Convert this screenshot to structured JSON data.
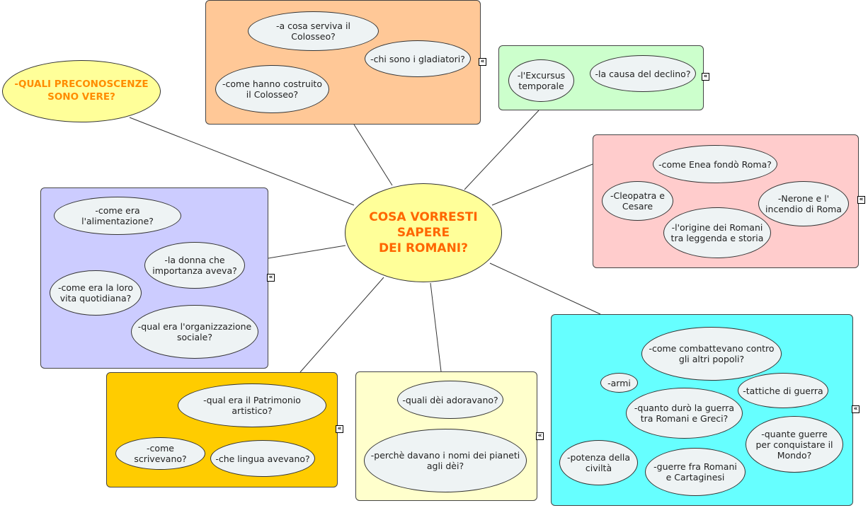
{
  "center_topic": "COSA VORRESTI\nSAPERE\nDEI ROMANI?",
  "preconceptions": "-QUALI PRECONOSCENZE\nSONO VERE?",
  "collapse_glyph": "«",
  "colors": {
    "orange": "#ffc897",
    "green": "#ccffcc",
    "pink": "#ffcccc",
    "lavender": "#ccccff",
    "cyan": "#66ffff",
    "gold": "#ffcc00",
    "cream": "#ffffcc",
    "center": "#ffff99",
    "center_text": "#ff6600"
  },
  "groups": {
    "colosseo": {
      "q1": "-a cosa serviva il Colosseo?",
      "q2": "-chi sono i gladiatori?",
      "q3": "-come hanno costruito\nil Colosseo?"
    },
    "declino": {
      "q1": "-l'Excursus\ntemporale",
      "q2": "-la causa del declino?"
    },
    "storia": {
      "q1": "-come Enea fondò Roma?",
      "q2": "-Cleopatra e\nCesare",
      "q3": "-Nerone e l'\nincendio di Roma",
      "q4": "-l'origine dei Romani\ntra leggenda e storia"
    },
    "vita": {
      "q1": "-come era l'alimentazione?",
      "q2": "-la donna che\nimportanza aveva?",
      "q3": "-come era la loro\nvita quotidiana?",
      "q4": "-qual era l'organizzazione\nsociale?"
    },
    "guerra": {
      "q1": "-come combattevano contro\ngli altri popoli?",
      "q2": "-armi",
      "q3": "-tattiche di guerra",
      "q4": "-quanto durò la guerra\ntra Romani e Greci?",
      "q5": "-quante guerre\nper conquistare il\nMondo?",
      "q6": "-potenza della\nciviltà",
      "q7": "-guerre fra Romani\ne Cartaginesi"
    },
    "arte": {
      "q1": "-qual era il Patrimonio artistico?",
      "q2": "-come scrivevano?",
      "q3": "-che lingua avevano?"
    },
    "religione": {
      "q1": "-quali dèi adoravano?",
      "q2": "-perchè davano i nomi dei pianeti\nagli dèi?"
    }
  }
}
